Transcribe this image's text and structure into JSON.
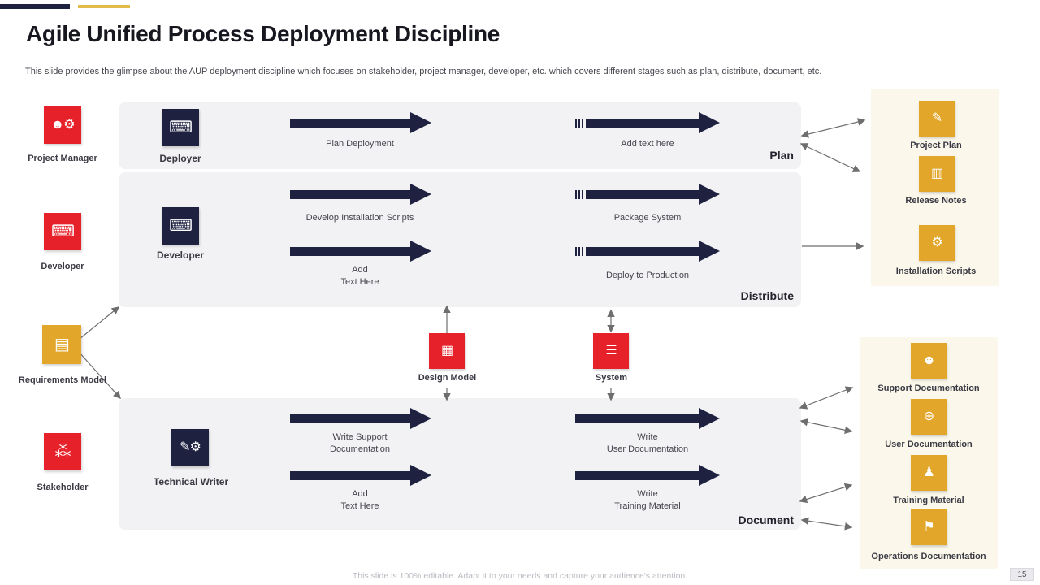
{
  "slide": {
    "title": "Agile Unified Process Deployment Discipline",
    "subtitle": "This slide provides the glimpse about the AUP  deployment discipline which focuses on stakeholder, project manager, developer, etc. which covers different stages such as plan, distribute, document, etc.",
    "footer": "This slide is 100% editable.  Adapt it to your needs and capture your audience's attention.",
    "page_number": "15"
  },
  "colors": {
    "navy": "#1e2240",
    "red": "#e62129",
    "gold": "#e2a62b",
    "band_gray": "#f2f2f4",
    "panel_cream": "#fbf7ea",
    "connector_gray": "#6e6e6e"
  },
  "actors": [
    {
      "name": "Project Manager",
      "glyph": "☻⚙"
    },
    {
      "name": "Developer",
      "glyph": "⌨"
    },
    {
      "name": "Requirements Model",
      "glyph": "▤"
    },
    {
      "name": "Stakeholder",
      "glyph": "⁂"
    }
  ],
  "stages": [
    {
      "label": "Plan",
      "role": {
        "name": "Deployer",
        "glyph": "⌨"
      },
      "arrows": [
        {
          "label": "Plan Deployment"
        },
        {
          "label": "Add text here"
        }
      ]
    },
    {
      "label": "Distribute",
      "role": {
        "name": "Developer",
        "glyph": "⌨"
      },
      "arrows": [
        {
          "label": "Develop  Installation  Scripts"
        },
        {
          "label": "Package  System"
        },
        {
          "label": "Add\nText Here"
        },
        {
          "label": "Deploy  to  Production"
        }
      ]
    },
    {
      "label": "Document",
      "role": {
        "name": "Technical Writer",
        "glyph": "✎⚙"
      },
      "arrows": [
        {
          "label": "Write  Support\nDocumentation"
        },
        {
          "label": "Write\nUser  Documentation"
        },
        {
          "label": "Add\nText Here"
        },
        {
          "label": "Write\nTraining  Material"
        }
      ]
    }
  ],
  "artifacts": [
    {
      "name": "Design  Model",
      "glyph": "▦"
    },
    {
      "name": "System",
      "glyph": "☰"
    }
  ],
  "outputs_plan": [
    {
      "name": "Project Plan",
      "glyph": "✎"
    },
    {
      "name": "Release Notes",
      "glyph": "▥"
    },
    {
      "name": "Installation  Scripts",
      "glyph": "⚙"
    }
  ],
  "outputs_document": [
    {
      "name": "Support Documentation",
      "glyph": "☻"
    },
    {
      "name": "User Documentation",
      "glyph": "⊕"
    },
    {
      "name": "Training  Material",
      "glyph": "♟"
    },
    {
      "name": "Operations Documentation",
      "glyph": "⚑"
    }
  ]
}
